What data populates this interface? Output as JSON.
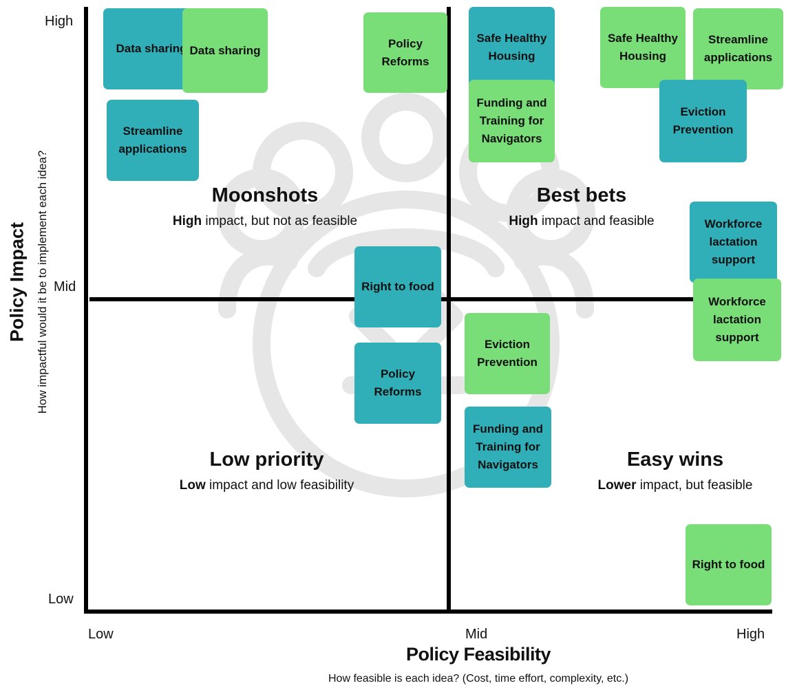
{
  "axes": {
    "x": {
      "title": "Policy Feasibility",
      "subtitle": "How feasible is each idea? (Cost, time effort, complexity, etc.)",
      "ticks": {
        "low": "Low",
        "mid": "Mid",
        "high": "High"
      }
    },
    "y": {
      "title": "Policy Impact",
      "subtitle": "How impactful would it be to implement each idea?",
      "ticks": {
        "low": "Low",
        "mid": "Mid",
        "high": "High"
      }
    }
  },
  "quadrants": {
    "moonshots": {
      "title": "Moonshots",
      "desc_bold": "High",
      "desc_rest": " impact, but not as feasible"
    },
    "best_bets": {
      "title": "Best bets",
      "desc_bold": "High",
      "desc_rest": " impact and feasible"
    },
    "low_priority": {
      "title": "Low priority",
      "desc_bold": "Low",
      "desc_rest": " impact and low feasibility"
    },
    "easy_wins": {
      "title": "Easy wins",
      "desc_bold": "Lower",
      "desc_rest": " impact, but feasible"
    }
  },
  "colors": {
    "teal": "#31AFB8",
    "green": "#79DD78",
    "axis": "#000000",
    "watermark": "#E6E6E6"
  },
  "notes": [
    {
      "label": "Data sharing",
      "color": "teal"
    },
    {
      "label": "Data sharing",
      "color": "green"
    },
    {
      "label": "Policy Reforms",
      "color": "green"
    },
    {
      "label": "Safe Healthy Housing",
      "color": "teal"
    },
    {
      "label": "Safe Healthy Housing",
      "color": "green"
    },
    {
      "label": "Streamline applications",
      "color": "green"
    },
    {
      "label": "Funding and Training for Navigators",
      "color": "green"
    },
    {
      "label": "Eviction Prevention",
      "color": "teal"
    },
    {
      "label": "Streamline applications",
      "color": "teal"
    },
    {
      "label": "Workforce lactation support",
      "color": "teal"
    },
    {
      "label": "Workforce lactation support",
      "color": "green"
    },
    {
      "label": "Right to food",
      "color": "teal"
    },
    {
      "label": "Policy Reforms",
      "color": "teal"
    },
    {
      "label": "Eviction Prevention",
      "color": "green"
    },
    {
      "label": "Funding and Training for Navigators",
      "color": "teal"
    },
    {
      "label": "Right to food",
      "color": "green"
    }
  ],
  "watermark_icon": "community-collaboration-icon"
}
